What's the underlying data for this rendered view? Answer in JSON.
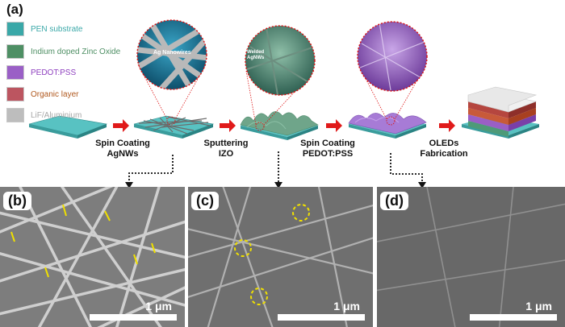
{
  "panel_labels": {
    "a": "(a)",
    "b": "(b)",
    "c": "(c)",
    "d": "(d)"
  },
  "legend": [
    {
      "label": "PEN substrate",
      "color": "#3aa8a8",
      "text_color": "#3aa8a8"
    },
    {
      "label": "Indium doped Zinc Oxide",
      "color": "#4e8f64",
      "text_color": "#4e8f64"
    },
    {
      "label": "PEDOT:PSS",
      "color": "#9a5fc6",
      "text_color": "#8e3fbf"
    },
    {
      "label": "Organic layer",
      "color": "#bc5560",
      "text_color": "#b0581e"
    },
    {
      "label": "LiF/Aluminium",
      "color": "#bdbdbd",
      "text_color": "#a8a8a8"
    }
  ],
  "steps": [
    {
      "label": "Spin Coating\nAgNWs"
    },
    {
      "label": "Sputtering\nIZO"
    },
    {
      "label": "Spin Coating\nPEDOT:PSS"
    },
    {
      "label": "OLEDs\nFabrication"
    }
  ],
  "zoom_labels": {
    "nanowires": "Ag Nanowires",
    "welded": "Welded\nAgNWs"
  },
  "scale_bar": "1 μm",
  "colors": {
    "arrow_red": "#e01a1a",
    "highlight_yellow": "#f0e000",
    "zoom_dotted": "#d11"
  }
}
